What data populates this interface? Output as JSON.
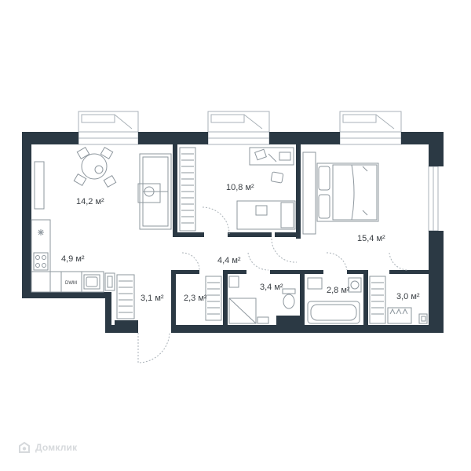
{
  "colors": {
    "wall": "#2b3944",
    "line": "#aab2b8",
    "fixture": "#8e979e",
    "text": "#3a3f44"
  },
  "rooms": {
    "living": "14,2 м²",
    "kitchen": "4,9 м²",
    "bedroom_small": "10,8 м²",
    "hall": "4,4 м²",
    "bedroom_large": "15,4 м²",
    "entry": "3,1 м²",
    "closet_left": "2,3 м²",
    "bathroom": "3,4 м²",
    "bath_tub_room": "2,8 м²",
    "closet_right": "3,0 м²"
  },
  "appliance_label": "DWM",
  "watermark": {
    "text": "Домклик",
    "icon": "domclick-logo-icon"
  }
}
